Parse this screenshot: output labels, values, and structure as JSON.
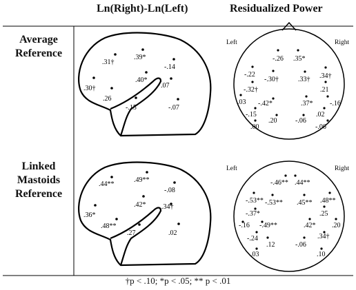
{
  "headers": {
    "col1": "Ln(Right)-Ln(Left)",
    "col2": "Residualized Power"
  },
  "rows": {
    "avg": {
      "l1": "Average",
      "l2": "Reference"
    },
    "linked": {
      "l1": "Linked",
      "l2": "Mastoids",
      "l3": "Reference"
    }
  },
  "side_labels": {
    "left": "Left",
    "right": "Right"
  },
  "footnote": "†p < .10; *p < .05; ** p < .01",
  "brain_avg": [
    ".31†",
    ".39*",
    "-.14",
    ".40*",
    ".07",
    ".30†",
    ".26",
    "-.15",
    "-.07"
  ],
  "brain_linked": [
    ".44**",
    ".49**",
    "-.08",
    ".42*",
    ".34†",
    ".36*",
    ".48**",
    ".27",
    ".02"
  ],
  "head_avg": [
    "-.26",
    ".35*",
    "-.22",
    "-.30†",
    ".33†",
    ".34†",
    "-.32†",
    ".21",
    ".03",
    "-.42*",
    ".37*",
    "-.16",
    "-.15",
    ".02",
    ".20",
    "-.06",
    ".00",
    "-.06"
  ],
  "head_linked": [
    "-.46**",
    ".44**",
    "-.53**",
    "-.53**",
    ".45**",
    ".48**",
    "-.37*",
    ".25",
    "-.16",
    "-.49**",
    ".42*",
    ".20",
    "-.24",
    ".34†",
    ".12",
    "-.06",
    ".03",
    ".10"
  ]
}
